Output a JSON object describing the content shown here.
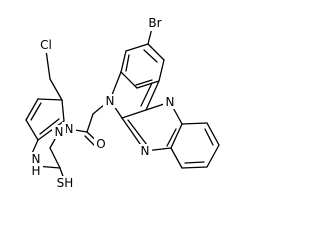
{
  "labels": {
    "bromine": "Br",
    "chlorine": "Cl",
    "indole_n": "N",
    "pyrazine_n_top": "N",
    "pyrazine_n_bottom": "N",
    "hydrazide_n1": "N",
    "hydrazide_n2": "N",
    "thiourea_nh": "N",
    "thiourea_h": "H",
    "carbonyl_o": "O",
    "thiol_s": "SH"
  }
}
